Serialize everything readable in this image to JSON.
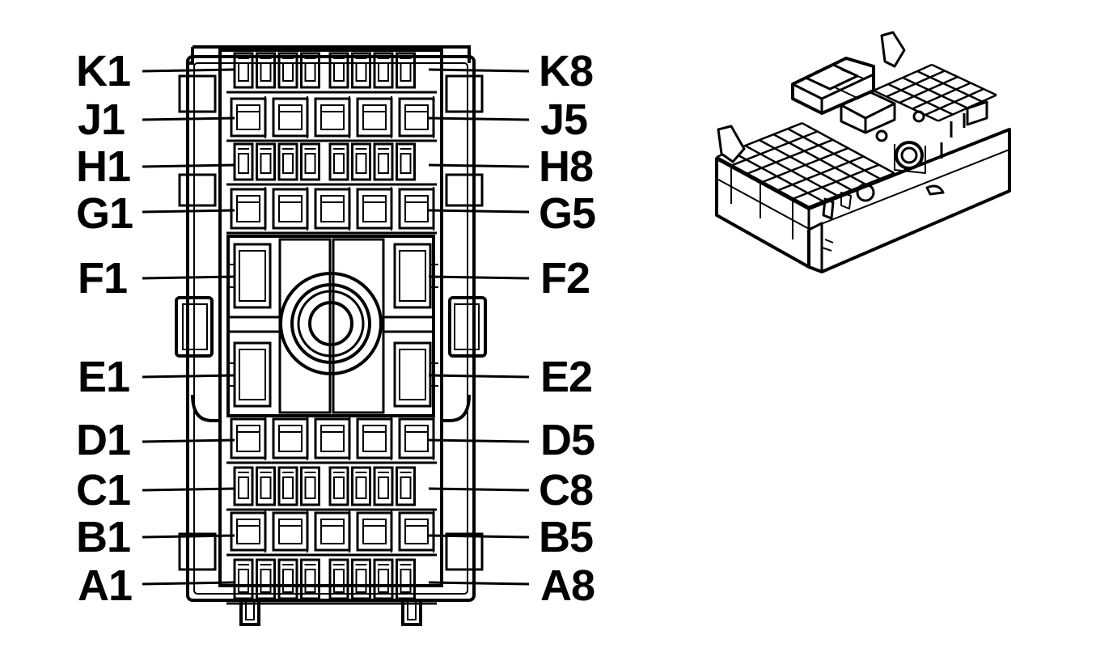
{
  "figure": {
    "title": "",
    "colors": {
      "ink": "#000000",
      "paper": "#ffffff"
    }
  },
  "connector": {
    "rows": [
      {
        "row": "K",
        "type": "small",
        "count": 8,
        "left_label": "K1",
        "right_label": "K8"
      },
      {
        "row": "J",
        "type": "large",
        "count": 5,
        "left_label": "J1",
        "right_label": "J5"
      },
      {
        "row": "H",
        "type": "small",
        "count": 8,
        "left_label": "H1",
        "right_label": "H8"
      },
      {
        "row": "G",
        "type": "large",
        "count": 5,
        "left_label": "G1",
        "right_label": "G5"
      },
      {
        "row": "F",
        "type": "power",
        "count": 2,
        "left_label": "F1",
        "right_label": "F2"
      },
      {
        "row": "E",
        "type": "power",
        "count": 2,
        "left_label": "E1",
        "right_label": "E2"
      },
      {
        "row": "D",
        "type": "large",
        "count": 5,
        "left_label": "D1",
        "right_label": "D5"
      },
      {
        "row": "C",
        "type": "small",
        "count": 8,
        "left_label": "C1",
        "right_label": "C8"
      },
      {
        "row": "B",
        "type": "large",
        "count": 5,
        "left_label": "B1",
        "right_label": "B5"
      },
      {
        "row": "A",
        "type": "small",
        "count": 8,
        "left_label": "A1",
        "right_label": "A8"
      }
    ]
  },
  "isometric_view": {
    "kind": "connector-housing-3d"
  }
}
